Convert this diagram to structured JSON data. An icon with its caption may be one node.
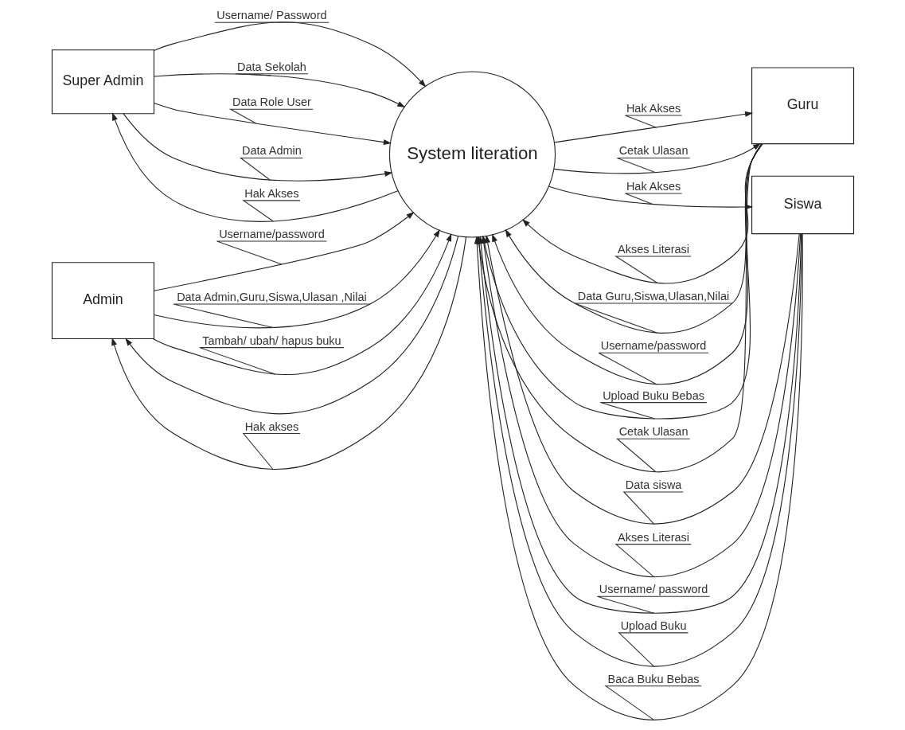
{
  "diagram": {
    "nodes": [
      {
        "text": [
          "Super Admin"
        ]
      },
      {
        "text": [
          "Admin"
        ]
      },
      {
        "text": [
          "System literation"
        ]
      },
      {
        "text": [
          "Guru"
        ]
      },
      {
        "text": [
          "Siswa"
        ]
      }
    ],
    "edges": [
      {
        "from": 0,
        "to": 2,
        "label": "Username/ Password",
        "arrow": "to"
      },
      {
        "from": 0,
        "to": 2,
        "label": "Data Sekolah",
        "arrow": "to"
      },
      {
        "from": 0,
        "to": 2,
        "label": "Data Role User",
        "arrow": "to"
      },
      {
        "from": 0,
        "to": 2,
        "label": "Data Admin",
        "arrow": "to"
      },
      {
        "from": 2,
        "to": 0,
        "label": "Hak Akses",
        "arrow": "to"
      },
      {
        "from": 2,
        "to": 1,
        "arrow": "to"
      },
      {
        "from": 1,
        "to": 2,
        "label": "Username/password",
        "arrow": "to"
      },
      {
        "from": 1,
        "to": 2,
        "label": "Data Admin,Guru,Siswa,Ulasan ,Nilai",
        "arrow": "to"
      },
      {
        "from": 1,
        "to": 2,
        "label": "Tambah/ ubah/ hapus buku",
        "arrow": "to"
      },
      {
        "from": 2,
        "to": 1,
        "label": "Hak akses",
        "arrow": "to"
      },
      {
        "from": 2,
        "to": 3,
        "label": "Hak Akses",
        "arrow": "to"
      },
      {
        "from": 3,
        "to": 2,
        "label": "Akses Literasi",
        "arrow": "to"
      },
      {
        "from": 3,
        "to": 2,
        "label": "Data Guru,Siswa,Ulasan,Nilai",
        "arrow": "to"
      },
      {
        "from": 3,
        "to": 2,
        "label": "Username/password",
        "arrow": "to"
      },
      {
        "from": 3,
        "to": 2,
        "label": "Upload Buku Bebas",
        "arrow": "to"
      },
      {
        "from": 3,
        "to": 2,
        "label": "Cetak Ulasan",
        "arrow": "to"
      },
      {
        "from": 2,
        "to": 3,
        "label": "Cetak Ulasan",
        "arrow": "to"
      },
      {
        "from": 2,
        "to": 4,
        "label": "Hak Akses",
        "arrow": "to"
      },
      {
        "from": 4,
        "to": 2,
        "label": "Data siswa",
        "arrow": "to"
      },
      {
        "from": 4,
        "to": 2,
        "label": "Akses Literasi",
        "arrow": "to"
      },
      {
        "from": 4,
        "to": 2,
        "label": "Username/ password",
        "arrow": "to"
      },
      {
        "from": 4,
        "to": 2,
        "label": "Upload Buku",
        "arrow": "to"
      },
      {
        "from": 4,
        "to": 2,
        "label": "Baca Buku Bebas",
        "arrow": "to"
      }
    ]
  }
}
